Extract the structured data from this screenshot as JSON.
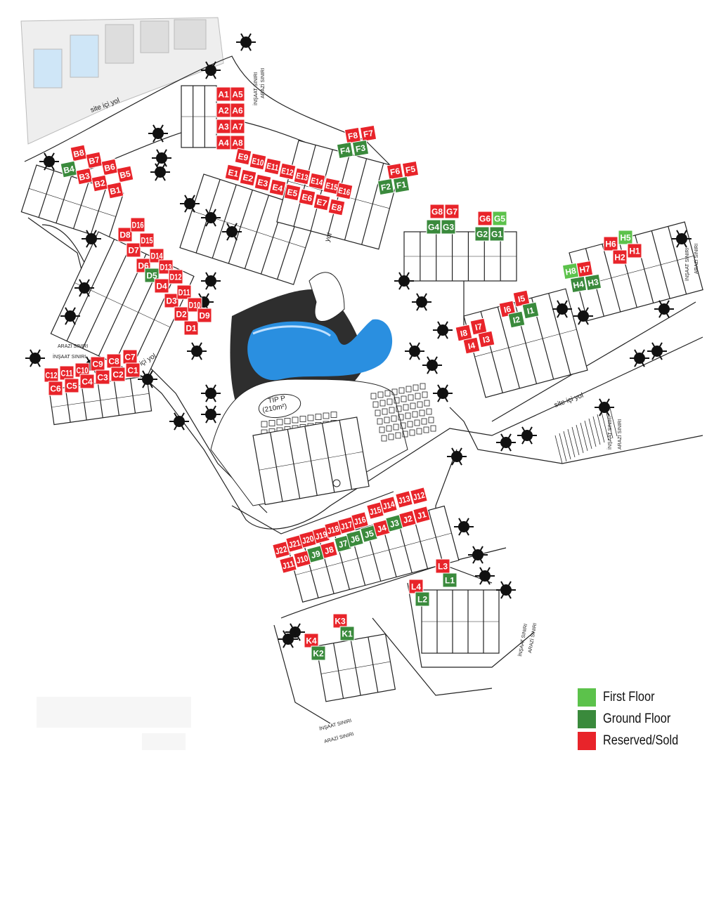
{
  "colors": {
    "first_floor": "#5cc24b",
    "ground_floor": "#3a8a3c",
    "reserved": "#e8242a",
    "pool": "#2a8fe0",
    "pool_dark": "#3a3a3a"
  },
  "legend": [
    {
      "label": "First Floor",
      "color": "#5cc24b"
    },
    {
      "label": "Ground Floor",
      "color": "#3a8a3c"
    },
    {
      "label": "Reserved/Sold",
      "color": "#e8242a"
    }
  ],
  "labels": {
    "site_road_1": "site içi yol",
    "site_road_2": "site içi yol",
    "site_road_3": "site içi yol",
    "site_road_4": "yol",
    "tip_p": "TİP P",
    "tip_p_area": "(210m²)",
    "arazi_1": "ARAZİ SINIRI",
    "arazi_2": "ARAZİ SINIRI",
    "arazi_3": "ARAZİ SINIRI",
    "arazi_4": "ARAZİ SINIRI",
    "arazi_5": "ARAZİ SINIRI",
    "insaat_1": "İNŞAAT SINIRI",
    "insaat_2": "İNŞAAT SINIRI",
    "insaat_3": "İNŞAAT SINIRI",
    "insaat_4": "İNŞAAT SINIRI",
    "insaat_5": "İNŞAAT SINIRI"
  },
  "units": [
    {
      "id": "A1",
      "status": "reserved"
    },
    {
      "id": "A5",
      "status": "reserved"
    },
    {
      "id": "A2",
      "status": "reserved"
    },
    {
      "id": "A6",
      "status": "reserved"
    },
    {
      "id": "A3",
      "status": "reserved"
    },
    {
      "id": "A7",
      "status": "reserved"
    },
    {
      "id": "A4",
      "status": "reserved"
    },
    {
      "id": "A8",
      "status": "reserved"
    },
    {
      "id": "B8",
      "status": "reserved"
    },
    {
      "id": "B7",
      "status": "reserved"
    },
    {
      "id": "B6",
      "status": "reserved"
    },
    {
      "id": "B5",
      "status": "reserved"
    },
    {
      "id": "B4",
      "status": "ground"
    },
    {
      "id": "B3",
      "status": "reserved"
    },
    {
      "id": "B2",
      "status": "reserved"
    },
    {
      "id": "B1",
      "status": "reserved"
    },
    {
      "id": "E9",
      "status": "reserved"
    },
    {
      "id": "E10",
      "status": "reserved"
    },
    {
      "id": "E11",
      "status": "reserved"
    },
    {
      "id": "E12",
      "status": "reserved"
    },
    {
      "id": "E13",
      "status": "reserved"
    },
    {
      "id": "E14",
      "status": "reserved"
    },
    {
      "id": "E15",
      "status": "reserved"
    },
    {
      "id": "E16",
      "status": "reserved"
    },
    {
      "id": "E1",
      "status": "reserved"
    },
    {
      "id": "E2",
      "status": "reserved"
    },
    {
      "id": "E3",
      "status": "reserved"
    },
    {
      "id": "E4",
      "status": "reserved"
    },
    {
      "id": "E5",
      "status": "reserved"
    },
    {
      "id": "E6",
      "status": "reserved"
    },
    {
      "id": "E7",
      "status": "reserved"
    },
    {
      "id": "E8",
      "status": "reserved"
    },
    {
      "id": "F8",
      "status": "reserved"
    },
    {
      "id": "F7",
      "status": "reserved"
    },
    {
      "id": "F4",
      "status": "ground"
    },
    {
      "id": "F3",
      "status": "ground"
    },
    {
      "id": "F6",
      "status": "reserved"
    },
    {
      "id": "F5",
      "status": "reserved"
    },
    {
      "id": "F2",
      "status": "ground"
    },
    {
      "id": "F1",
      "status": "ground"
    },
    {
      "id": "G8",
      "status": "reserved"
    },
    {
      "id": "G7",
      "status": "reserved"
    },
    {
      "id": "G4",
      "status": "ground"
    },
    {
      "id": "G3",
      "status": "ground"
    },
    {
      "id": "G6",
      "status": "reserved"
    },
    {
      "id": "G5",
      "status": "first"
    },
    {
      "id": "G2",
      "status": "ground"
    },
    {
      "id": "G1",
      "status": "ground"
    },
    {
      "id": "H6",
      "status": "reserved"
    },
    {
      "id": "H5",
      "status": "first"
    },
    {
      "id": "H2",
      "status": "reserved"
    },
    {
      "id": "H1",
      "status": "reserved"
    },
    {
      "id": "H8",
      "status": "first"
    },
    {
      "id": "H7",
      "status": "reserved"
    },
    {
      "id": "H4",
      "status": "ground"
    },
    {
      "id": "H3",
      "status": "ground"
    },
    {
      "id": "D8",
      "status": "reserved"
    },
    {
      "id": "D16",
      "status": "reserved"
    },
    {
      "id": "D7",
      "status": "reserved"
    },
    {
      "id": "D15",
      "status": "reserved"
    },
    {
      "id": "D6",
      "status": "reserved"
    },
    {
      "id": "D14",
      "status": "reserved"
    },
    {
      "id": "D5",
      "status": "ground"
    },
    {
      "id": "D13",
      "status": "reserved"
    },
    {
      "id": "D4",
      "status": "reserved"
    },
    {
      "id": "D12",
      "status": "reserved"
    },
    {
      "id": "D3",
      "status": "reserved"
    },
    {
      "id": "D11",
      "status": "reserved"
    },
    {
      "id": "D2",
      "status": "reserved"
    },
    {
      "id": "D10",
      "status": "reserved"
    },
    {
      "id": "D1",
      "status": "reserved"
    },
    {
      "id": "D9",
      "status": "reserved"
    },
    {
      "id": "I6",
      "status": "reserved"
    },
    {
      "id": "I5",
      "status": "reserved"
    },
    {
      "id": "I2",
      "status": "ground"
    },
    {
      "id": "I1",
      "status": "ground"
    },
    {
      "id": "I8",
      "status": "reserved"
    },
    {
      "id": "I7",
      "status": "reserved"
    },
    {
      "id": "I4",
      "status": "reserved"
    },
    {
      "id": "I3",
      "status": "reserved"
    },
    {
      "id": "C12",
      "status": "reserved"
    },
    {
      "id": "C11",
      "status": "reserved"
    },
    {
      "id": "C10",
      "status": "reserved"
    },
    {
      "id": "C9",
      "status": "reserved"
    },
    {
      "id": "C8",
      "status": "reserved"
    },
    {
      "id": "C7",
      "status": "reserved"
    },
    {
      "id": "C6",
      "status": "reserved"
    },
    {
      "id": "C5",
      "status": "reserved"
    },
    {
      "id": "C4",
      "status": "reserved"
    },
    {
      "id": "C3",
      "status": "reserved"
    },
    {
      "id": "C2",
      "status": "reserved"
    },
    {
      "id": "C1",
      "status": "reserved"
    },
    {
      "id": "J22",
      "status": "reserved"
    },
    {
      "id": "J21",
      "status": "reserved"
    },
    {
      "id": "J20",
      "status": "reserved"
    },
    {
      "id": "J19",
      "status": "reserved"
    },
    {
      "id": "J18",
      "status": "reserved"
    },
    {
      "id": "J17",
      "status": "reserved"
    },
    {
      "id": "J16",
      "status": "reserved"
    },
    {
      "id": "J15",
      "status": "reserved"
    },
    {
      "id": "J14",
      "status": "reserved"
    },
    {
      "id": "J13",
      "status": "reserved"
    },
    {
      "id": "J12",
      "status": "reserved"
    },
    {
      "id": "J11",
      "status": "reserved"
    },
    {
      "id": "J10",
      "status": "reserved"
    },
    {
      "id": "J9",
      "status": "ground"
    },
    {
      "id": "J8",
      "status": "reserved"
    },
    {
      "id": "J7",
      "status": "ground"
    },
    {
      "id": "J6",
      "status": "ground"
    },
    {
      "id": "J5",
      "status": "ground"
    },
    {
      "id": "J4",
      "status": "reserved"
    },
    {
      "id": "J3",
      "status": "ground"
    },
    {
      "id": "J2",
      "status": "reserved"
    },
    {
      "id": "J1",
      "status": "reserved"
    },
    {
      "id": "L3",
      "status": "reserved"
    },
    {
      "id": "L1",
      "status": "ground"
    },
    {
      "id": "L4",
      "status": "reserved"
    },
    {
      "id": "L2",
      "status": "ground"
    },
    {
      "id": "K3",
      "status": "reserved"
    },
    {
      "id": "K1",
      "status": "ground"
    },
    {
      "id": "K4",
      "status": "reserved"
    },
    {
      "id": "K2",
      "status": "ground"
    }
  ]
}
